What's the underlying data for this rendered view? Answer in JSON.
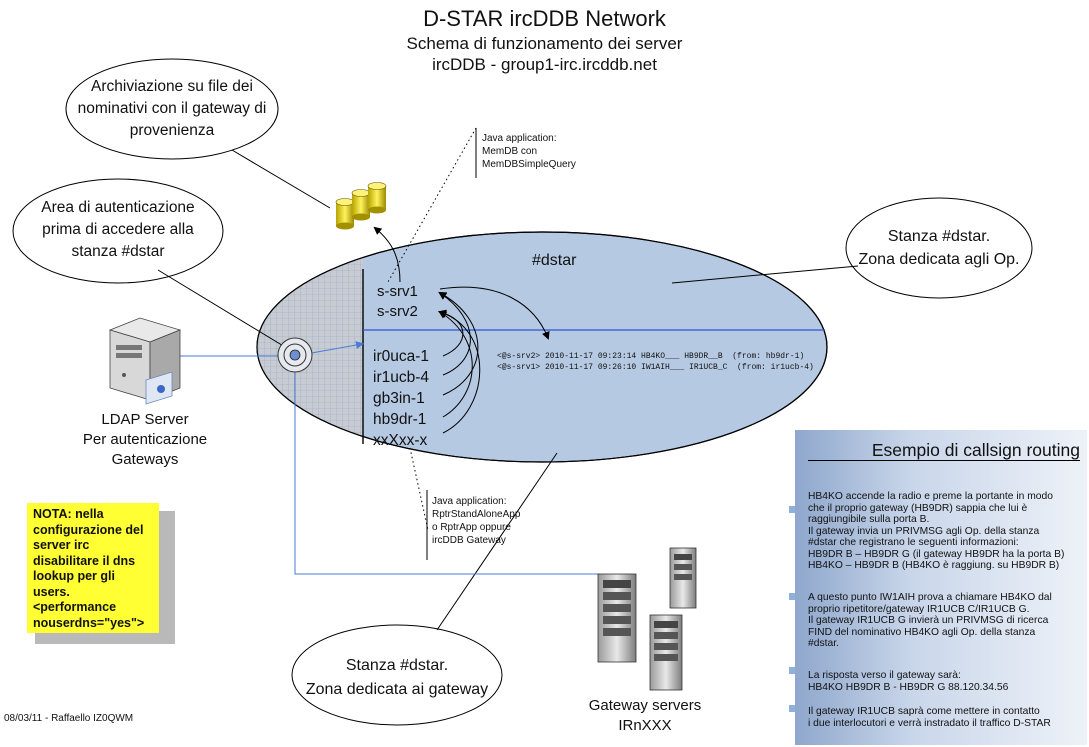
{
  "title": {
    "line1": "D-STAR ircDDB Network",
    "line2": "Schema di funzionamento dei server",
    "line3": "ircDDB - group1-irc.ircddb.net"
  },
  "bubbles": {
    "archive": [
      "Archiviazione su file dei",
      "nominativi con il gateway di",
      "provenienza"
    ],
    "auth": [
      "Area di autenticazione",
      "prima di accedere alla",
      "stanza #dstar"
    ],
    "ops": [
      "Stanza #dstar.",
      "Zona dedicata agli Op."
    ],
    "gateways": [
      "Stanza #dstar.",
      "Zona dedicata ai gateway"
    ]
  },
  "channel_label": "#dstar",
  "servers": [
    "s-srv1",
    "s-srv2"
  ],
  "gateways_list": [
    "ir0uca-1",
    "ir1ucb-4",
    "gb3in-1",
    "hb9dr-1",
    "xxXxx-x"
  ],
  "irc_messages": [
    "<@s-srv2> 2010-11-17 09:23:14 HB4KO___ HB9DR__B  (from: hb9dr-1)",
    "<@s-srv1> 2010-11-17 09:26:10 IW1AIH___ IR1UCB_C  (from: ir1ucb-4)"
  ],
  "java_memdb": [
    "Java application:",
    "MemDB con",
    "MemDBSimpleQuery"
  ],
  "java_rptr": [
    "Java application:",
    "RptrStandAloneApp",
    "o RptrApp oppure",
    "ircDDB Gateway"
  ],
  "ldap": [
    "LDAP Server",
    "Per autenticazione",
    "Gateways"
  ],
  "gateway_servers": [
    "Gateway servers",
    "IRnXXX"
  ],
  "nota": [
    "NOTA: nella",
    "configurazione del",
    "server irc",
    "disabilitare il dns",
    "lookup per gli",
    "users.",
    "<performance",
    "nouserdns=\"yes\">"
  ],
  "footer": "08/03/11 - Raffaello IZ0QWM",
  "panel": {
    "title": "Esempio di callsign routing",
    "p1": [
      "HB4KO accende la radio e preme la portante in modo",
      "che il proprio gateway (HB9DR) sappia che lui è",
      "raggiungibile sulla porta B.",
      "Il gateway invia un PRIVMSG agli Op. della stanza",
      "#dstar che registrano le seguenti informazioni:",
      "HB9DR B – HB9DR G (il gateway HB9DR ha la porta B)",
      "HB4KO – HB9DR B (HB4KO è raggiung. su HB9DR B)"
    ],
    "p2": [
      "A questo punto IW1AIH prova a chiamare HB4KO dal",
      "proprio ripetitore/gateway IR1UCB C/IR1UCB G.",
      "Il gateway IR1UCB G invierà un PRIVMSG di ricerca",
      "FIND del nominativo HB4KO agli Op. della stanza",
      "#dstar."
    ],
    "p3": [
      "La risposta verso il gateway sarà:",
      "HB4KO HB9DR B - HB9DR G  88.120.34.56"
    ],
    "p4": [
      "Il gateway IR1UCB saprà come mettere in contatto",
      " i due interlocutori e verrà instradato il traffico D-STAR"
    ]
  },
  "colors": {
    "channel_fill": "#b6c9e3",
    "auth_fill": "#c9cfd8",
    "link_blue": "#4a7bd6",
    "nota_yellow": "#ffff33"
  },
  "icons": [
    "database-icon",
    "server-icon",
    "server-rack-icon",
    "firewall-node-icon"
  ]
}
